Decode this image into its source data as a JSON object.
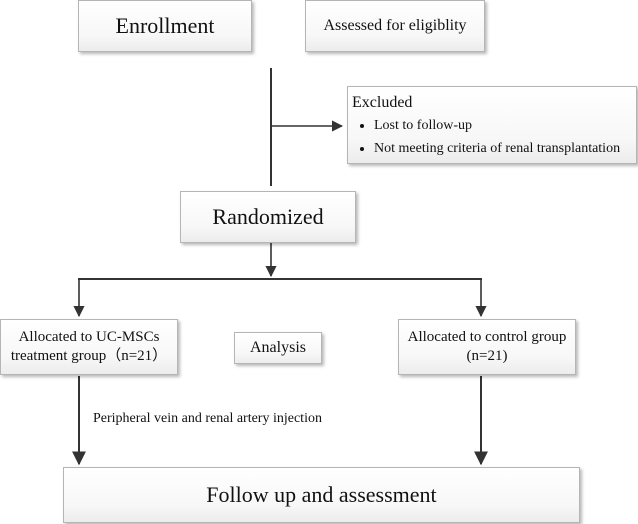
{
  "enrollment": {
    "label": "Enrollment"
  },
  "assessed": {
    "label": "Assessed for eligiblity"
  },
  "excluded": {
    "title": "Excluded",
    "items": [
      "Lost to follow-up",
      "Not meeting criteria of renal transplantation"
    ]
  },
  "randomized": {
    "label": "Randomized"
  },
  "allocation_left": {
    "line1": "Allocated to UC-MSCs",
    "line2": "treatment group（n=21）"
  },
  "analysis": {
    "label": "Analysis"
  },
  "allocation_right": {
    "line1": "Allocated to control group",
    "line2": "(n=21)"
  },
  "injection": {
    "label": "Peripheral vein and renal artery injection"
  },
  "followup": {
    "label": "Follow up and assessment"
  },
  "colors": {
    "line": "#333333",
    "box_border": "#b5b5b5",
    "box_shadow": "#888888"
  }
}
